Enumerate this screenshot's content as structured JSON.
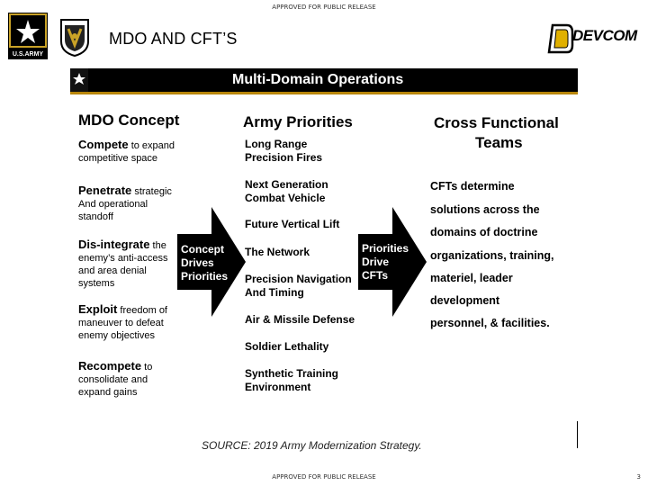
{
  "header": {
    "release_top": "APPROVED FOR PUBLIC RELEASE",
    "title": "MDO AND CFT’S",
    "army_logo_text": "U.S.ARMY",
    "devcom_text": "DEVCOM"
  },
  "banner": {
    "title": "Multi-Domain Operations"
  },
  "columns": {
    "mdo": {
      "heading": "MDO Concept",
      "items": [
        {
          "lead": "Compete",
          "rest": "to expand competitive space"
        },
        {
          "lead": "Penetrate",
          "rest": "strategic And operational standoff"
        },
        {
          "lead": "Dis-integrate",
          "rest": "the enemy’s anti-access and area denial systems"
        },
        {
          "lead": "Exploit",
          "rest": "freedom of maneuver to defeat enemy objectives"
        },
        {
          "lead": "Recompete",
          "rest": "to consolidate and expand gains"
        }
      ]
    },
    "priorities": {
      "heading": "Army Priorities",
      "items": [
        "Long Range Precision Fires",
        "Next Generation Combat Vehicle",
        "Future Vertical Lift",
        "The Network",
        "Precision Navigation And Timing",
        "Air & Missile Defense",
        "Soldier Lethality",
        "Synthetic Training Environment"
      ]
    },
    "cft": {
      "heading_1": "Cross Functional",
      "heading_2": "Teams",
      "lines": [
        "CFTs determine",
        "solutions across the",
        "domains of doctrine",
        "organizations, training,",
        "materiel, leader",
        "development",
        "personnel, & facilities."
      ]
    }
  },
  "arrows": {
    "left": [
      "Concept",
      "Drives",
      "Priorities"
    ],
    "right": [
      "Priorities",
      "Drive",
      "CFTs"
    ]
  },
  "source": "SOURCE: 2019 Army Modernization Strategy.",
  "footer": {
    "release_bottom": "APPROVED FOR PUBLIC RELEASE",
    "page_number": "3"
  },
  "colors": {
    "banner": "#000000",
    "banner_rule": "#b8860b",
    "arrow": "#000000"
  }
}
